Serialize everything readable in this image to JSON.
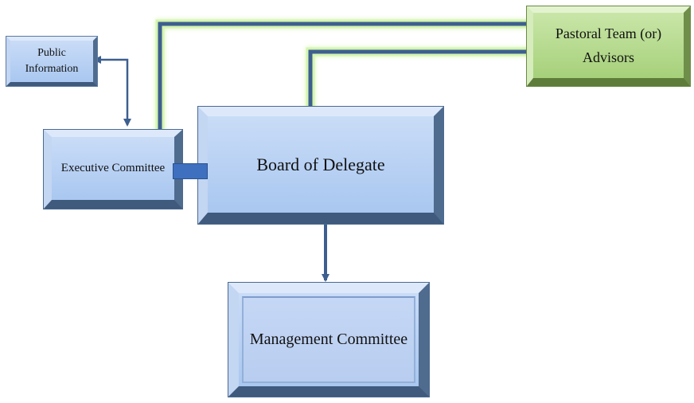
{
  "nodes": {
    "public_information": {
      "line1": "Public",
      "line2": "Information"
    },
    "executive_committee": {
      "label": "Executive Committee"
    },
    "board_of_delegate": {
      "label": "Board of Delegate"
    },
    "pastoral_team": {
      "line1": "Pastoral Team (or)",
      "line2": "Advisors"
    },
    "management_committee": {
      "label": "Management Committee"
    }
  },
  "colors": {
    "blue_box": "#b5cff3",
    "green_box": "#b3d98c",
    "connector_line": "#3d5f8f",
    "glow": "#c8f0a0"
  },
  "edges": [
    {
      "from": "public_information",
      "to": "executive_committee",
      "type": "double-arrow"
    },
    {
      "from": "board_of_delegate",
      "to": "management_committee",
      "type": "arrow"
    },
    {
      "from": "executive_committee",
      "to": "pastoral_team",
      "type": "line"
    },
    {
      "from": "board_of_delegate",
      "to": "pastoral_team",
      "type": "line"
    },
    {
      "from": "executive_committee",
      "to": "board_of_delegate",
      "type": "connector"
    }
  ]
}
